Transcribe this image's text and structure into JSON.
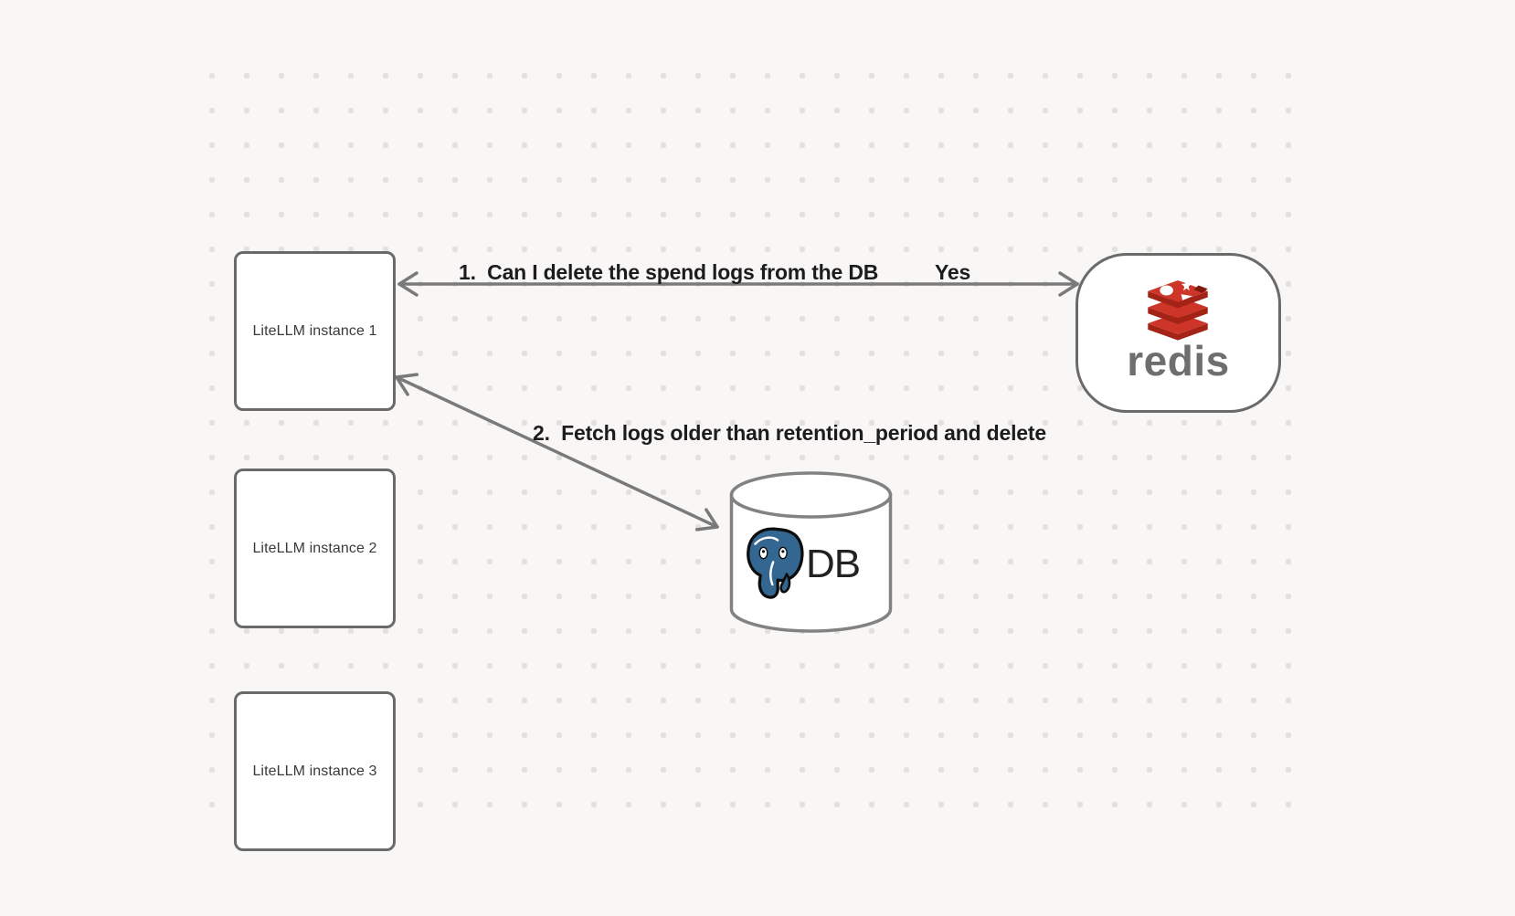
{
  "colors": {
    "background": "#f8f7f5",
    "dot": "#e3e1de",
    "node_border": "#6a6a6a",
    "arrow": "#7a7a7a",
    "annotation_text": "#1c1c1e",
    "redis_red": "#cc3527",
    "redis_red_dark": "#a32417",
    "redis_wordmark_gray": "#6e6e6e",
    "postgres_blue": "#336791"
  },
  "nodes": {
    "instances": [
      {
        "label": "LiteLLM instance 1"
      },
      {
        "label": "LiteLLM instance 2"
      },
      {
        "label": "LiteLLM instance 3"
      }
    ],
    "redis": {
      "wordmark": "redis"
    },
    "db": {
      "label": "DB"
    }
  },
  "annotations": {
    "step1": "1.  Can I delete the spend logs from the DB",
    "step1_response": "Yes",
    "step2": "2.  Fetch logs older than retention_period and delete"
  }
}
